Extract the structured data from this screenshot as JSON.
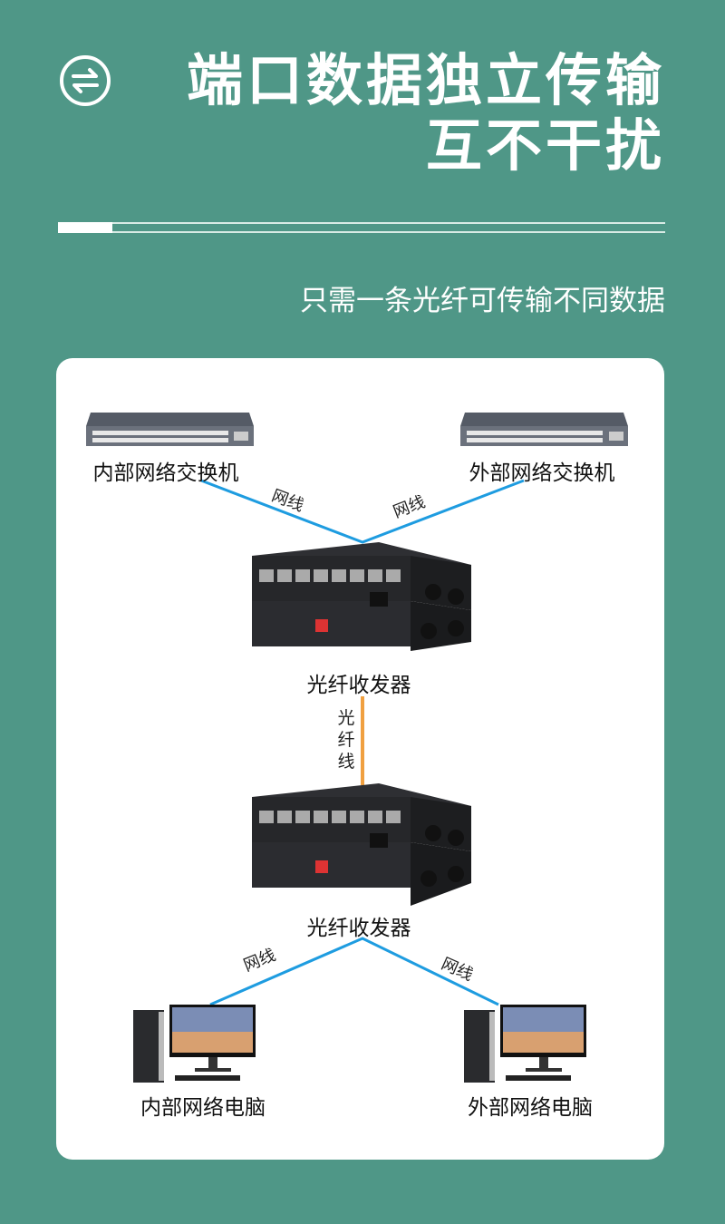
{
  "header": {
    "title_line1": "端口数据独立传输",
    "title_line2": "互不干扰",
    "subtitle": "只需一条光纤可传输不同数据",
    "icon": "swap-arrows-icon"
  },
  "diagram": {
    "switch_left": "内部网络交换机",
    "switch_right": "外部网络交换机",
    "converter_top": "光纤收发器",
    "converter_bottom": "光纤收发器",
    "fiber_label": [
      "光",
      "纤",
      "线"
    ],
    "cable_label": "网线",
    "pc_left": "内部网络电脑",
    "pc_right": "外部网络电脑"
  },
  "colors": {
    "background": "#4f9787",
    "cable": "#1e9ce0",
    "fiber": "#f0a040",
    "card": "#ffffff"
  }
}
